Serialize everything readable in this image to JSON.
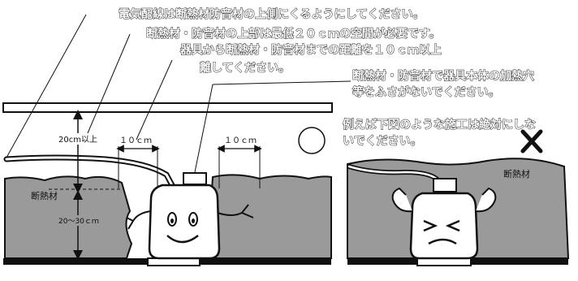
{
  "notes": {
    "line1": "電気配線は断熱材防音材の上側にくるようにしてください。",
    "line2": "断熱材・防音材の上部は最低２０ｃｍの空間が必要です。",
    "line3": "器具から断熱材・防音材までの距離を１０ｃｍ以上",
    "line4": "離してください。",
    "line5": "断熱材・防音材で器具本体の加熱穴",
    "line6": "等をふさがないでください。",
    "line7": "例えば下図のような施工は絶対にしな",
    "line8": "いでください。"
  },
  "left_diagram": {
    "clearance_label": "20cm以上",
    "distance_label_left": "１０ｃｍ",
    "distance_label_right": "１０ｃｍ",
    "insulation_label": "断熱材",
    "thickness_label": "20～30ｃｍ"
  },
  "right_diagram": {
    "insulation_label": "断熱材"
  },
  "symbols": {
    "ok": "circle-ok",
    "ng": "cross-ng"
  }
}
